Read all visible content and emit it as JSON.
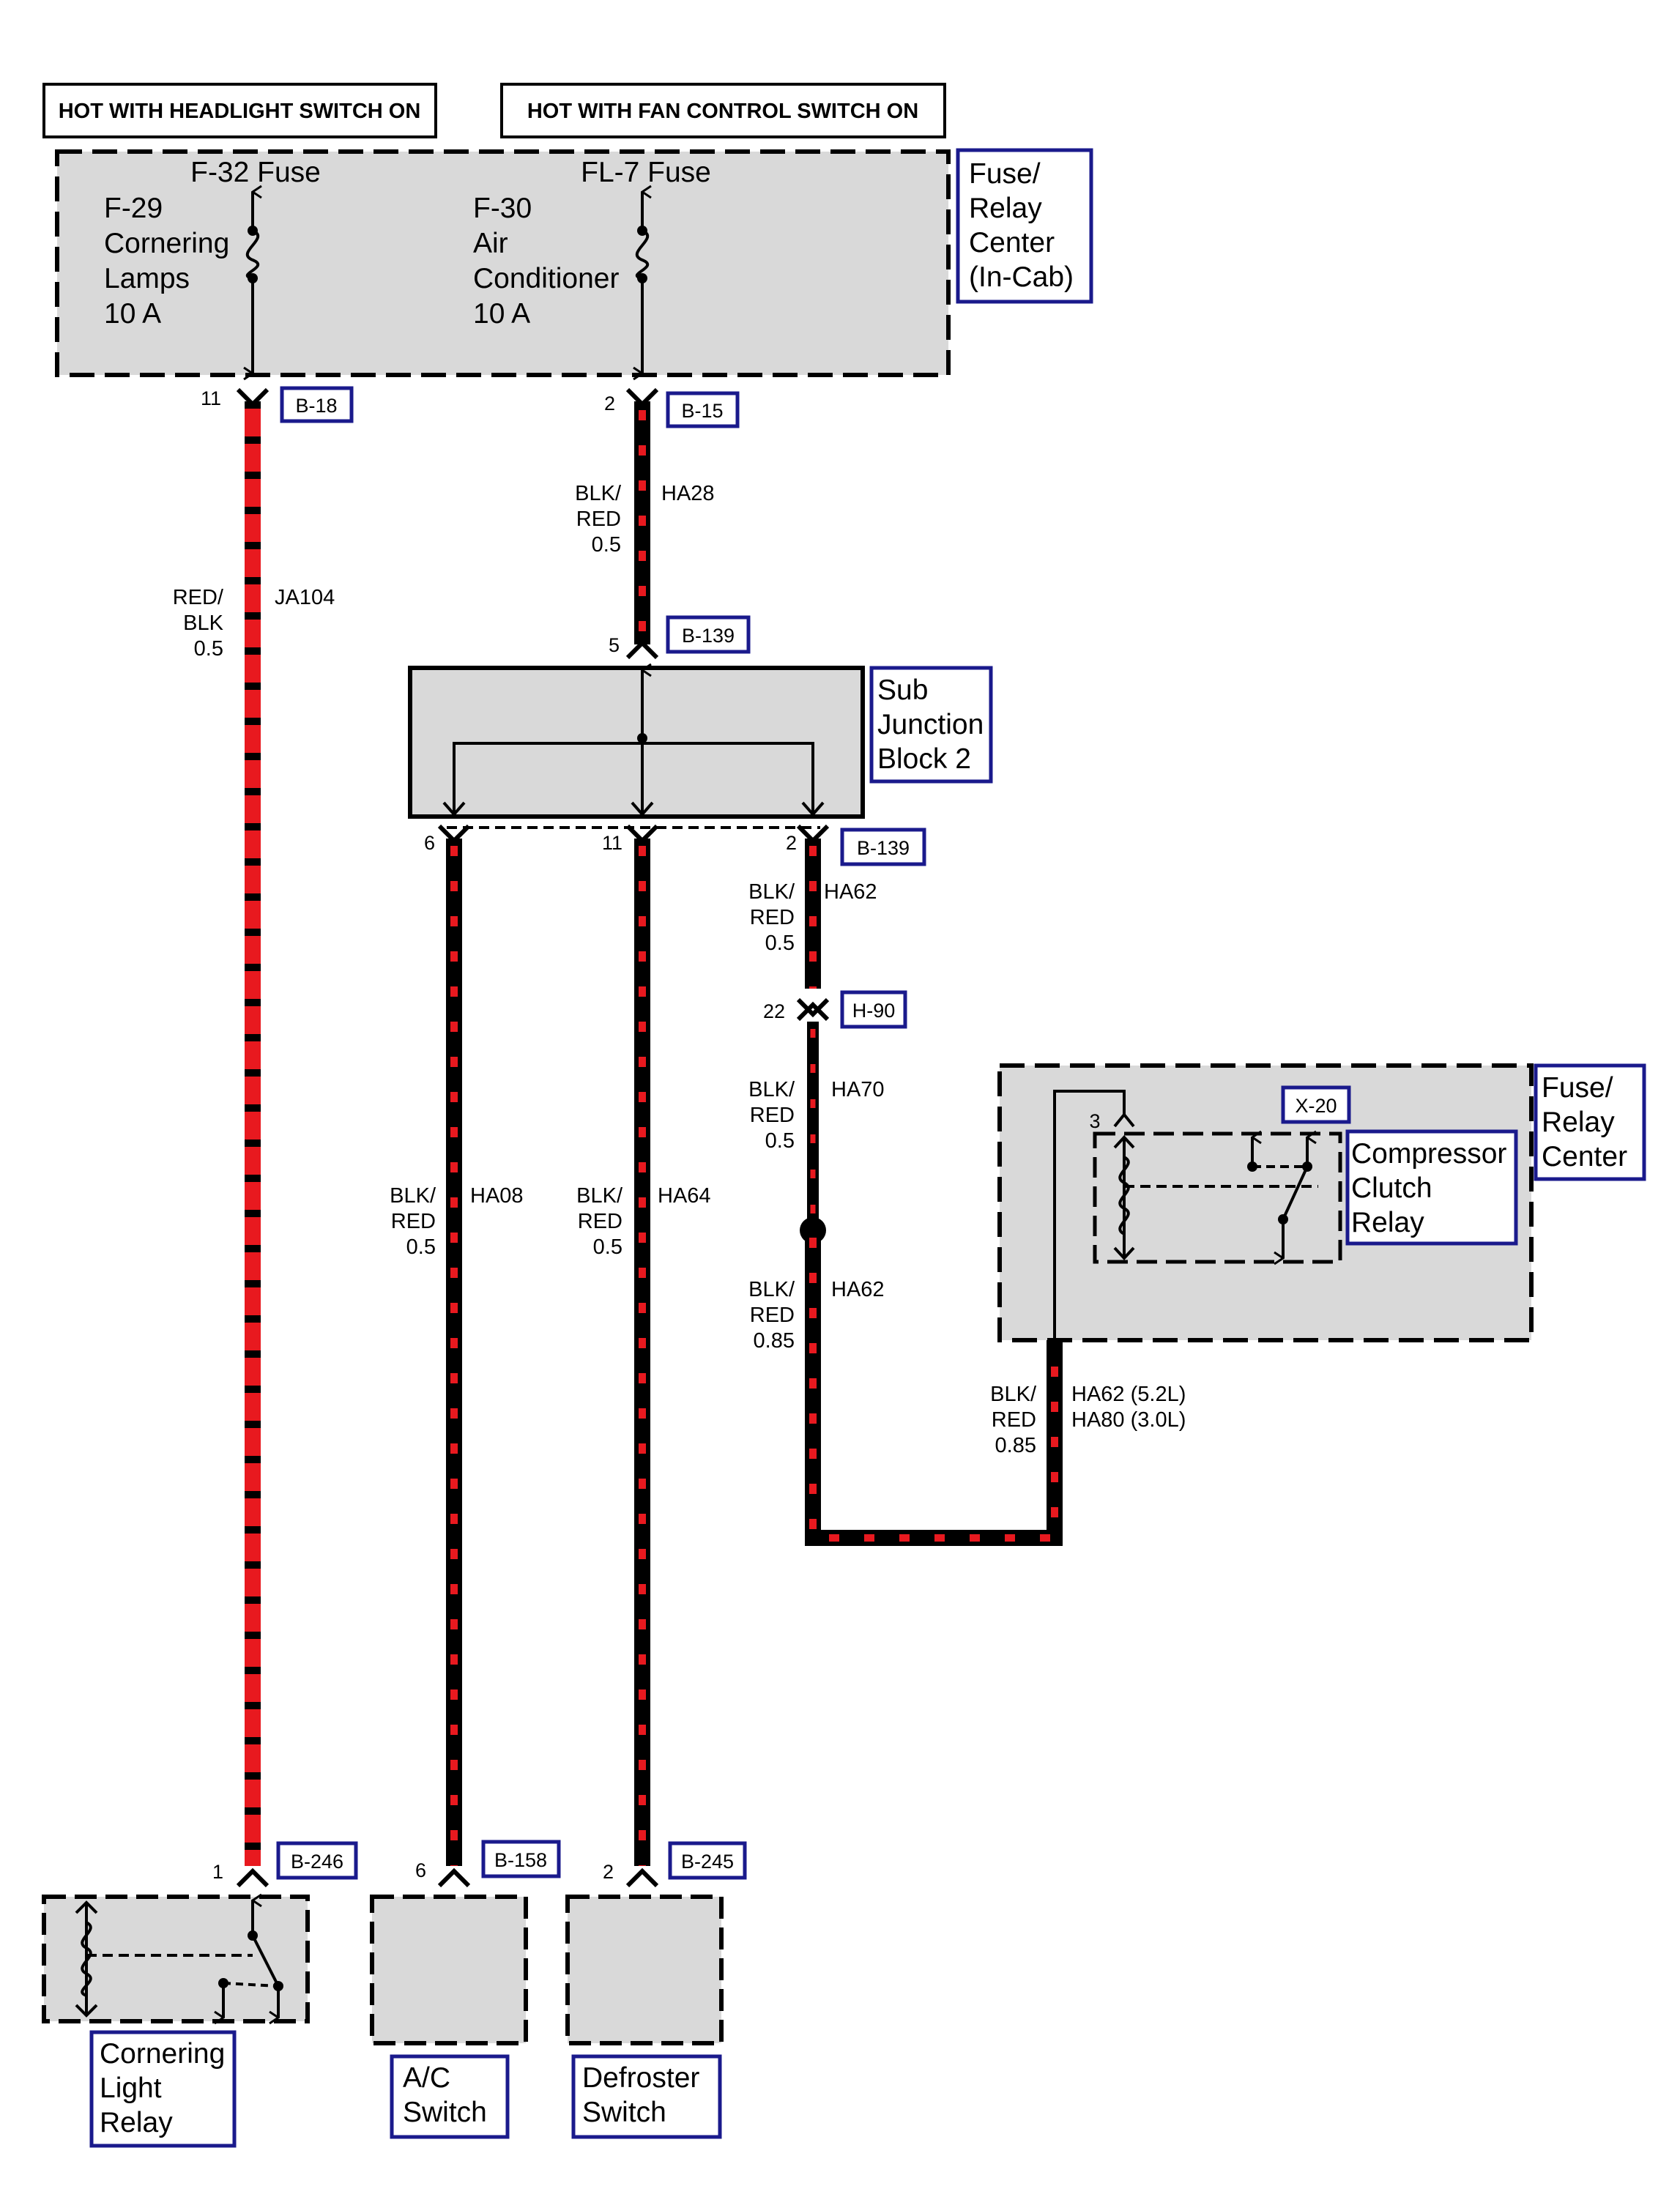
{
  "headers": {
    "headlight": "HOT WITH HEADLIGHT SWITCH ON",
    "fan": "HOT WITH FAN CONTROL SWITCH ON"
  },
  "fuse_relay_center_incab": {
    "label_lines": [
      "Fuse/",
      "Relay",
      "Center",
      "(In-Cab)"
    ],
    "fuse_left": {
      "title": "F-32 Fuse",
      "lines": [
        "F-29",
        "Cornering",
        "Lamps",
        "10 A"
      ]
    },
    "fuse_right": {
      "title": "FL-7 Fuse",
      "lines": [
        "F-30",
        "Air",
        "Conditioner",
        "10 A"
      ]
    }
  },
  "sub_junction_block": {
    "label_lines": [
      "Sub",
      "Junction",
      "Block 2"
    ]
  },
  "fuse_relay_center": {
    "label_lines": [
      "Fuse/",
      "Relay",
      "Center"
    ],
    "relay_label_lines": [
      "Compressor",
      "Clutch",
      "Relay"
    ],
    "relay_connector": "X-20",
    "relay_pin": "3"
  },
  "connectors": {
    "b18": {
      "id": "B-18",
      "pin": "11"
    },
    "b15": {
      "id": "B-15",
      "pin": "2"
    },
    "b139_in": {
      "id": "B-139",
      "pin": "5"
    },
    "b139_out": {
      "id": "B-139",
      "pin_left": "6",
      "pin_mid": "11",
      "pin_right": "2"
    },
    "h90": {
      "id": "H-90",
      "pin": "22"
    },
    "b246": {
      "id": "B-246",
      "pin": "1"
    },
    "b158": {
      "id": "B-158",
      "pin": "6"
    },
    "b245": {
      "id": "B-245",
      "pin": "2"
    }
  },
  "wires": {
    "ja104": {
      "circuit": "JA104",
      "lines": [
        "RED/",
        "BLK",
        "0.5"
      ],
      "base_color": "#e8191f",
      "stripe_color": "#000000"
    },
    "ha28": {
      "circuit": "HA28",
      "lines": [
        "BLK/",
        "RED",
        "0.5"
      ]
    },
    "ha62_top": {
      "circuit": "HA62",
      "lines": [
        "BLK/",
        "RED",
        "0.5"
      ]
    },
    "ha70": {
      "circuit": "HA70",
      "lines": [
        "BLK/",
        "RED",
        "0.5"
      ]
    },
    "ha62_low": {
      "circuit": "HA62",
      "lines": [
        "BLK/",
        "RED",
        "0.85"
      ]
    },
    "ha62_relay": {
      "circuit_lines": [
        "HA62 (5.2L)",
        "HA80 (3.0L)"
      ],
      "lines": [
        "BLK/",
        "RED",
        "0.85"
      ]
    },
    "ha08": {
      "circuit": "HA08",
      "lines": [
        "BLK/",
        "RED",
        "0.5"
      ]
    },
    "ha64": {
      "circuit": "HA64",
      "lines": [
        "BLK/",
        "RED",
        "0.5"
      ]
    },
    "blk_red": {
      "base_color": "#000000",
      "stripe_color": "#e8191f"
    }
  },
  "components": {
    "cornering_relay": {
      "lines": [
        "Cornering",
        "Light",
        "Relay"
      ]
    },
    "ac_switch": {
      "lines": [
        "A/C",
        "Switch"
      ]
    },
    "defroster_switch": {
      "lines": [
        "Defroster",
        "Switch"
      ]
    }
  },
  "colors": {
    "box_fill": "#d9d9d9",
    "label_border": "#1a1a8c",
    "red": "#e8191f",
    "black": "#000000"
  }
}
